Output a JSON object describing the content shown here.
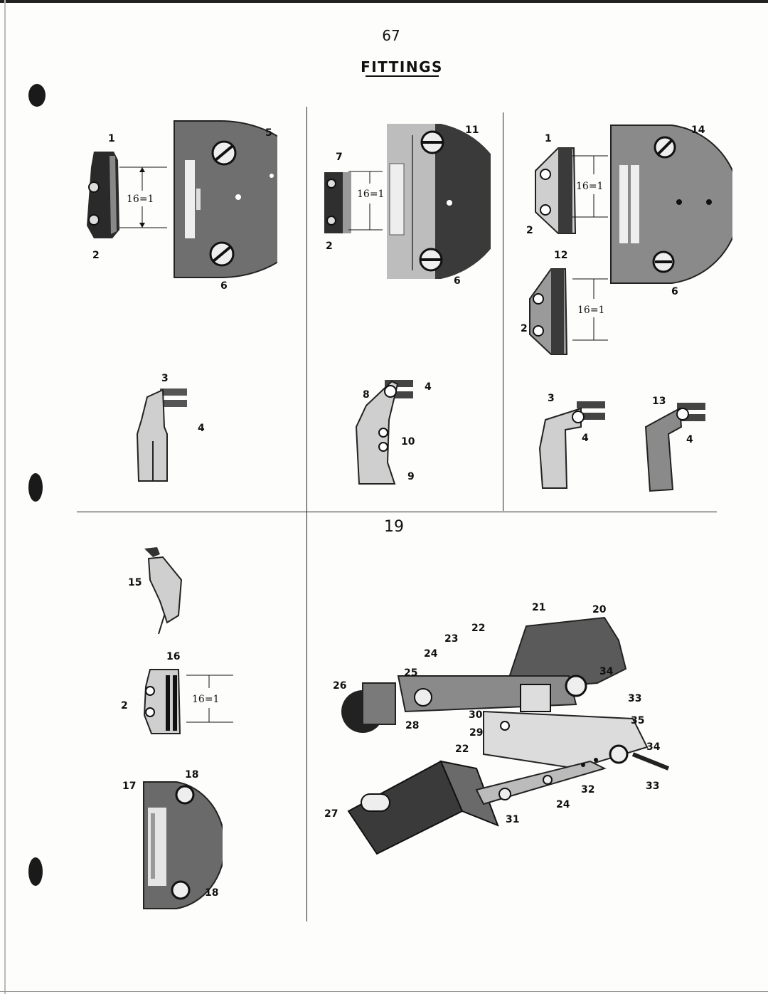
{
  "header": {
    "page_number": "67",
    "title": "FITTINGS"
  },
  "figure": {
    "number": "19"
  },
  "callouts": {
    "c1a": "1",
    "c2a": "2",
    "c5": "5",
    "c6a": "6",
    "dim_a": "16=1",
    "c7": "7",
    "c11": "11",
    "c2b": "2",
    "c6b": "6",
    "dim_b": "16=1",
    "c1c": "1",
    "c14": "14",
    "c2c": "2",
    "c6c": "6",
    "dim_c": "16=1",
    "c12": "12",
    "c2d": "2",
    "dim_d": "16=1",
    "c3a": "3",
    "c4a": "4",
    "c8": "8",
    "c4b": "4",
    "c10": "10",
    "c9": "9",
    "c3c": "3",
    "c4c": "4",
    "c13": "13",
    "c4d": "4",
    "c15": "15",
    "c16": "16",
    "c2e": "2",
    "dim_e": "16=1",
    "c17": "17",
    "c18a": "18",
    "c18b": "18",
    "c21": "21",
    "c20": "20",
    "c22a": "22",
    "c23": "23",
    "c24a": "24",
    "c25": "25",
    "c26": "26",
    "c34a": "34",
    "c33a": "33",
    "c30": "30",
    "c28": "28",
    "c29": "29",
    "c35": "35",
    "c22b": "22",
    "c34b": "34",
    "c27": "27",
    "c24b": "24",
    "c32": "32",
    "c33b": "33",
    "c31": "31"
  },
  "colors": {
    "ink": "#111111",
    "plate_dark": "#3a3a3a",
    "plate_mid": "#7a7a7a",
    "paper": "#fdfdfb"
  }
}
